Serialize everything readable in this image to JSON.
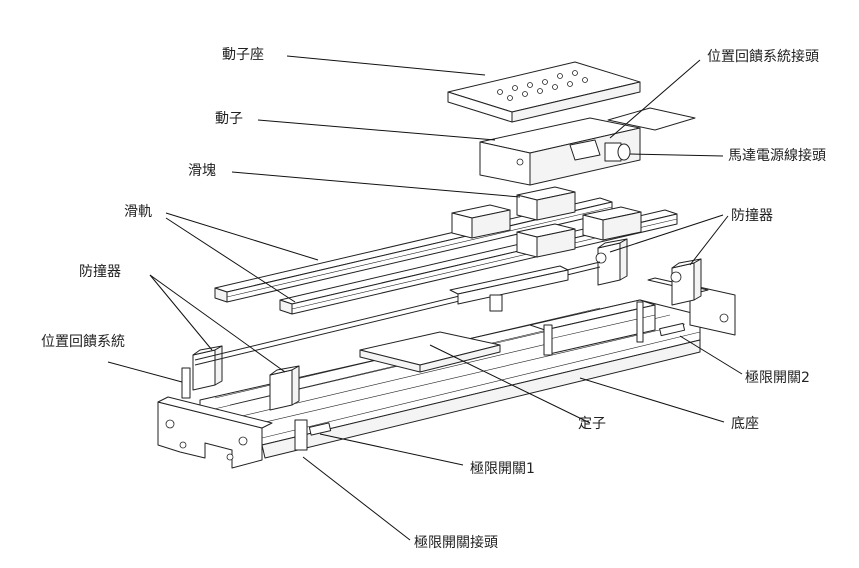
{
  "title": "Linear motor stage exploded view",
  "labels": {
    "mover_seat": "動子座",
    "mover": "動子",
    "slider_block": "滑塊",
    "guide_rail": "滑軌",
    "bumper_left": "防撞器",
    "position_feedback": "位置回饋系統",
    "position_feedback_connector": "位置回饋系統接頭",
    "motor_power_connector": "馬達電源線接頭",
    "bumper_right": "防撞器",
    "limit_switch_2": "極限開關2",
    "stator": "定子",
    "base": "底座",
    "limit_switch_1": "極限開關1",
    "limit_switch_connector": "極限開關接頭"
  }
}
